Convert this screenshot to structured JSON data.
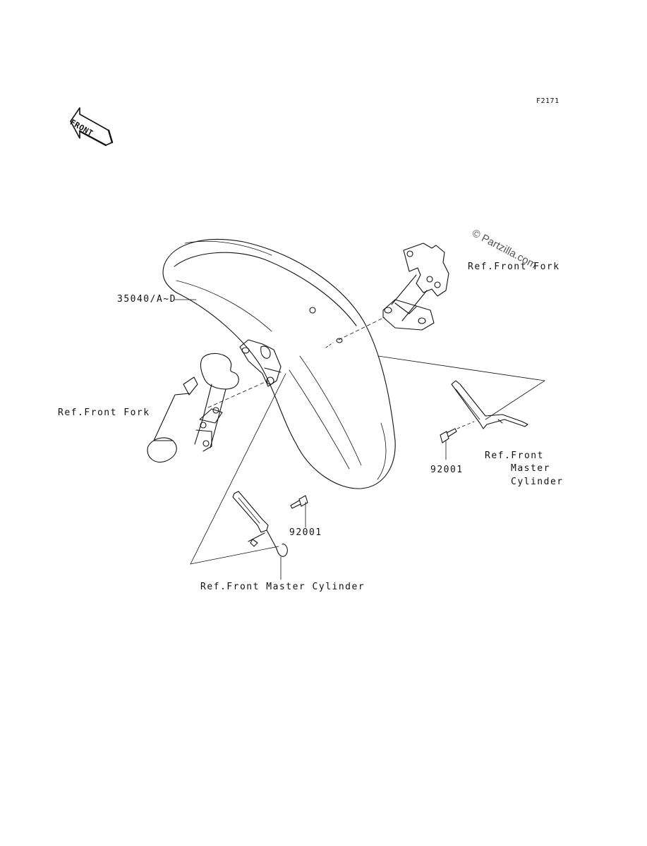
{
  "diagram_code": "F2171",
  "front_arrow_text": "FRONT",
  "watermark": "© Partzilla.com",
  "labels": {
    "fender_part": "35040/A~D",
    "ref_front_fork_right": "Ref.Front Fork",
    "ref_front_fork_left": "Ref.Front Fork",
    "bolt_right": "92001",
    "bolt_left": "92001",
    "ref_master_cyl_right_1": "Ref.Front",
    "ref_master_cyl_right_2": "Master",
    "ref_master_cyl_right_3": "Cylinder",
    "ref_master_cyl_bottom": "Ref.Front Master Cylinder"
  },
  "colors": {
    "line": "#111111",
    "background": "#ffffff"
  }
}
